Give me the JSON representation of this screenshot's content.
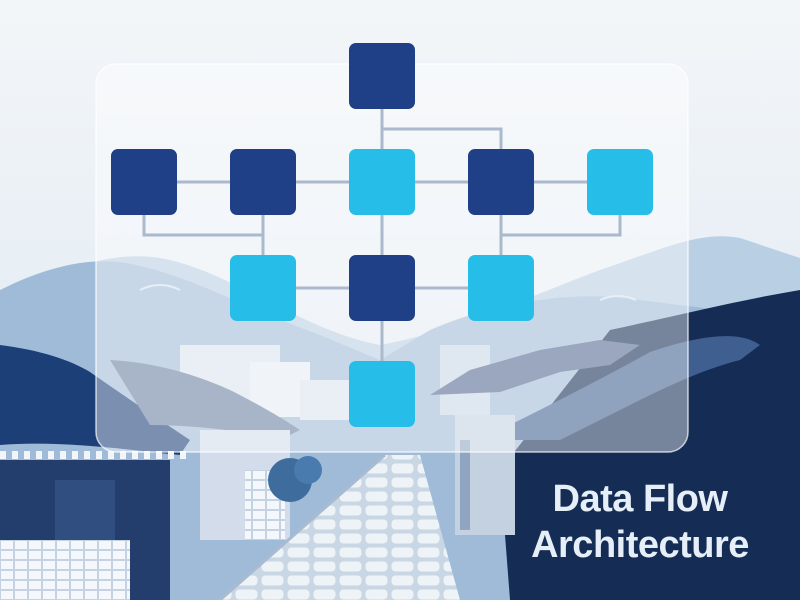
{
  "title": {
    "line1": "Data Flow",
    "line2": "Architecture"
  },
  "colors": {
    "dark_node": "#1f3f86",
    "light_node": "#26bde9",
    "connector": "#aab9cc",
    "panel": "#ffffff",
    "sky_top": "#f4f7fa",
    "sky_bottom": "#dfe9f2",
    "navy_wall": "#152d55",
    "roof": "#3f5f90"
  },
  "diagram": {
    "nodes": [
      {
        "id": "root",
        "tone": "dark"
      },
      {
        "id": "r2-1",
        "tone": "dark"
      },
      {
        "id": "r2-2",
        "tone": "dark"
      },
      {
        "id": "r2-3",
        "tone": "light"
      },
      {
        "id": "r2-4",
        "tone": "dark"
      },
      {
        "id": "r2-5",
        "tone": "light"
      },
      {
        "id": "r3-1",
        "tone": "light"
      },
      {
        "id": "r3-2",
        "tone": "dark"
      },
      {
        "id": "r3-3",
        "tone": "light"
      },
      {
        "id": "sink",
        "tone": "light"
      }
    ],
    "edges": [
      [
        "root",
        "r2-3"
      ],
      [
        "root",
        "r2-4"
      ],
      [
        "r2-1",
        "r2-2"
      ],
      [
        "r2-2",
        "r2-3"
      ],
      [
        "r2-3",
        "r2-4"
      ],
      [
        "r2-4",
        "r2-5"
      ],
      [
        "r2-1",
        "r3-1"
      ],
      [
        "r2-2",
        "r3-1"
      ],
      [
        "r2-4",
        "r3-3"
      ],
      [
        "r2-5",
        "r3-3"
      ],
      [
        "r3-1",
        "r3-2"
      ],
      [
        "r3-2",
        "r3-3"
      ],
      [
        "r2-3",
        "r3-2"
      ],
      [
        "r3-2",
        "sink"
      ]
    ]
  }
}
